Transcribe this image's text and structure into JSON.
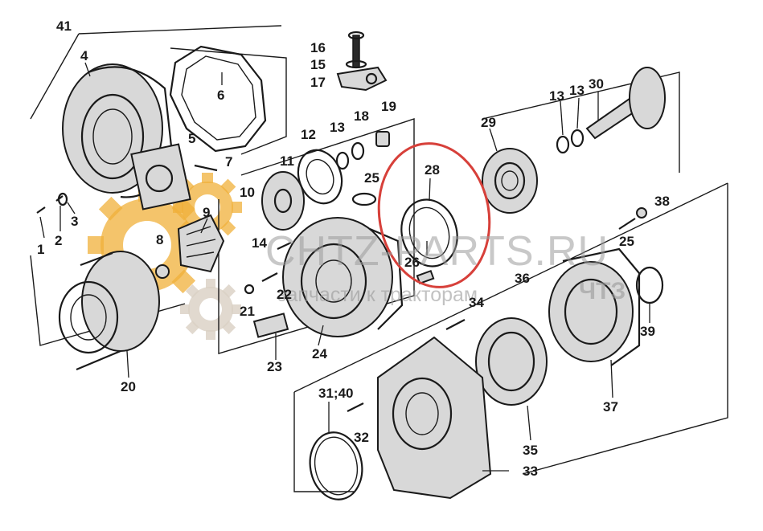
{
  "diagram": {
    "callouts": [
      {
        "id": "c41",
        "text": "41"
      },
      {
        "id": "c4",
        "text": "4"
      },
      {
        "id": "c6",
        "text": "6"
      },
      {
        "id": "c16",
        "text": "16"
      },
      {
        "id": "c15",
        "text": "15"
      },
      {
        "id": "c17",
        "text": "17"
      },
      {
        "id": "c13a",
        "text": "13"
      },
      {
        "id": "c18",
        "text": "18"
      },
      {
        "id": "c19",
        "text": "19"
      },
      {
        "id": "c12",
        "text": "12"
      },
      {
        "id": "c13b",
        "text": "13"
      },
      {
        "id": "c13c",
        "text": "13"
      },
      {
        "id": "c30",
        "text": "30"
      },
      {
        "id": "c29",
        "text": "29"
      },
      {
        "id": "c5",
        "text": "5"
      },
      {
        "id": "c7",
        "text": "7"
      },
      {
        "id": "c11",
        "text": "11"
      },
      {
        "id": "c28",
        "text": "28"
      },
      {
        "id": "c25a",
        "text": "25"
      },
      {
        "id": "c10",
        "text": "10"
      },
      {
        "id": "c9",
        "text": "9"
      },
      {
        "id": "c38",
        "text": "38"
      },
      {
        "id": "c1",
        "text": "1"
      },
      {
        "id": "c2",
        "text": "2"
      },
      {
        "id": "c3",
        "text": "3"
      },
      {
        "id": "c8",
        "text": "8"
      },
      {
        "id": "c14",
        "text": "14"
      },
      {
        "id": "c26",
        "text": "26"
      },
      {
        "id": "c25b",
        "text": "25"
      },
      {
        "id": "c36",
        "text": "36"
      },
      {
        "id": "c22",
        "text": "22"
      },
      {
        "id": "c21",
        "text": "21"
      },
      {
        "id": "c34",
        "text": "34"
      },
      {
        "id": "c39",
        "text": "39"
      },
      {
        "id": "c23",
        "text": "23"
      },
      {
        "id": "c24",
        "text": "24"
      },
      {
        "id": "c20",
        "text": "20"
      },
      {
        "id": "c37",
        "text": "37"
      },
      {
        "id": "c3140",
        "text": "31;40"
      },
      {
        "id": "c32",
        "text": "32"
      },
      {
        "id": "c35",
        "text": "35"
      },
      {
        "id": "c33",
        "text": "33"
      }
    ],
    "highlighted_part": "28"
  },
  "watermark": {
    "main": "CHTZ-PARTS.RU",
    "sub": "запчасти к тракторам",
    "brand": "ЧТЗ"
  },
  "colors": {
    "ink": "#1a1a1a",
    "highlight": "#d7403a",
    "gear_accent": "#f0b03a",
    "watermark": "#9a9a9a"
  }
}
